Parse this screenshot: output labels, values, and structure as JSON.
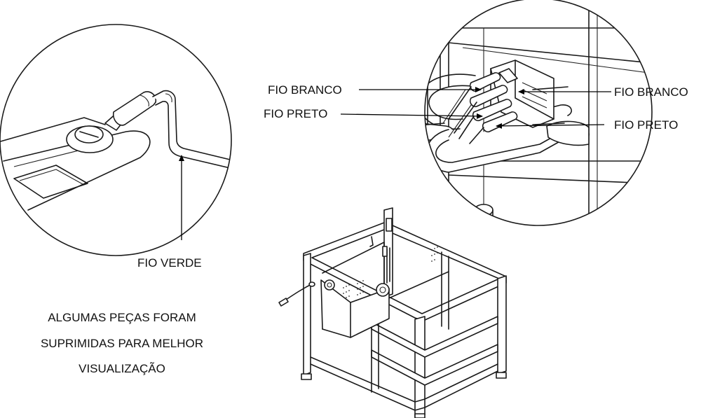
{
  "labels": {
    "fio_verde": "FIO VERDE",
    "fio_branco_left": "FIO BRANCO",
    "fio_preto_left": "FIO PRETO",
    "fio_branco_right": "FIO BRANCO",
    "fio_preto_right": "FIO PRETO"
  },
  "note": {
    "line1": "ALGUMAS PEÇAS FORAM",
    "line2": "SUPRIMIDAS PARA MELHOR",
    "line3": "VISUALIZAÇÃO"
  }
}
